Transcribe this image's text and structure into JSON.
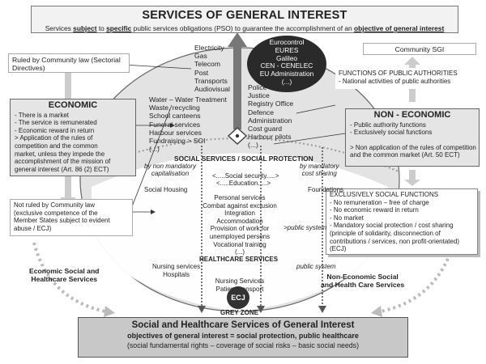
{
  "header": {
    "title": "SERVICES OF GENERAL INTEREST",
    "sub_pre": "Services ",
    "sub_subject": "subject",
    "sub_to": " to ",
    "sub_specific": "specific",
    "sub_mid": " public services obligations (PSO) to guarantee the accomplishment of an ",
    "sub_objective": "objective of general interest"
  },
  "top_left_box": "Ruled by Community law (Sectorial Directives)",
  "top_right_box": "Community SGI",
  "economic": {
    "title": "ECONOMIC",
    "lines": [
      "- There is a market",
      "- The service is remunerated",
      "- Economic reward in return",
      "> Application of the rules of",
      "competition and the common",
      "market, unless they impede the",
      "accomplishment of the mission of",
      "general interest (Art. 86 (2) ECT)"
    ]
  },
  "non_economic": {
    "title": "NON - ECONOMIC",
    "lines": [
      "- Public authority functions",
      "- Exclusively social functions",
      "",
      "> Non application of the rules of competition",
      "and the common market (Art. 50 ECT)"
    ]
  },
  "functions_public": {
    "title": "FUNCTIONS OF PUBLIC AUTHORITIES",
    "line": "- National activities of public authorities"
  },
  "not_ruled_box": {
    "lines": [
      "Not ruled by Community law",
      "(exclusive competence of the",
      "Member States subject to evident",
      "abuse / ECJ)"
    ]
  },
  "exclusively_social": {
    "title": "EXCLUSIVELY SOCIAL FUNCTIONS",
    "lines": [
      "- No remuneration – free of charge",
      "- No economic reward in return",
      "- No market",
      "- Mandatory social protection / cost sharing",
      "(principle of solidarity, disconnection of",
      "contributions / services, non profit-orientated)",
      "(ECJ)"
    ]
  },
  "eu_ellipse": [
    "Eurocontrol",
    "EURES",
    "Galileo",
    "CEN - CENELEC",
    "EU Administration",
    "(...)"
  ],
  "economic_services": [
    "Electricity",
    "Gas",
    "Telecom",
    "Post",
    "Transports",
    "Audiovisual"
  ],
  "water_services": [
    "Water – Water Treatment",
    "Waste, recycling",
    "School canteens",
    "Funeral services",
    "Harbour services",
    "Fundraising > SGI",
    "(...)"
  ],
  "authority_services": [
    "Police",
    "Justice",
    "Registry Office",
    "Defence",
    "Administration",
    "Cost guard",
    "Harbour pilots",
    "(...)"
  ],
  "social_protection": {
    "title": "SOCIAL SERVICES / SOCIAL PROTECTION",
    "left_note": [
      "by non mandatory",
      "capitalisation"
    ],
    "right_note": [
      "by mandatory",
      "cost sharing"
    ],
    "security": "<.....Social security.....>",
    "education": "<.....Education.....>",
    "social_housing": "Social Housing",
    "foundations": "Foundations",
    "personal": [
      "Personal services",
      "Combat against exclusion",
      "Integration",
      "Accommodation",
      "Provision of work for",
      "unemployed persons",
      "Vocational training",
      "(...)"
    ],
    "public_system": ">public system"
  },
  "healthcare": {
    "title": "HEALTHCARE SERVICES",
    "left": [
      "Nursing services",
      "Hospitals"
    ],
    "center": [
      "Nursing Services",
      "Patient transport"
    ],
    "public_system": "public system"
  },
  "ecj_label": "ECJ",
  "grey_zone": "GREY ZONE",
  "left_label": [
    "Economic Social and",
    "Healthcare Services"
  ],
  "right_label": [
    "Non-Economic Social",
    "and Health Care Services"
  ],
  "bottom": {
    "title": "Social and Healthcare Services of General Interest",
    "subtitle": "objectives of general interest = social protection, public healthcare",
    "note": "(social fundamental rights  –  coverage of social risks  –  basic social needs)"
  }
}
